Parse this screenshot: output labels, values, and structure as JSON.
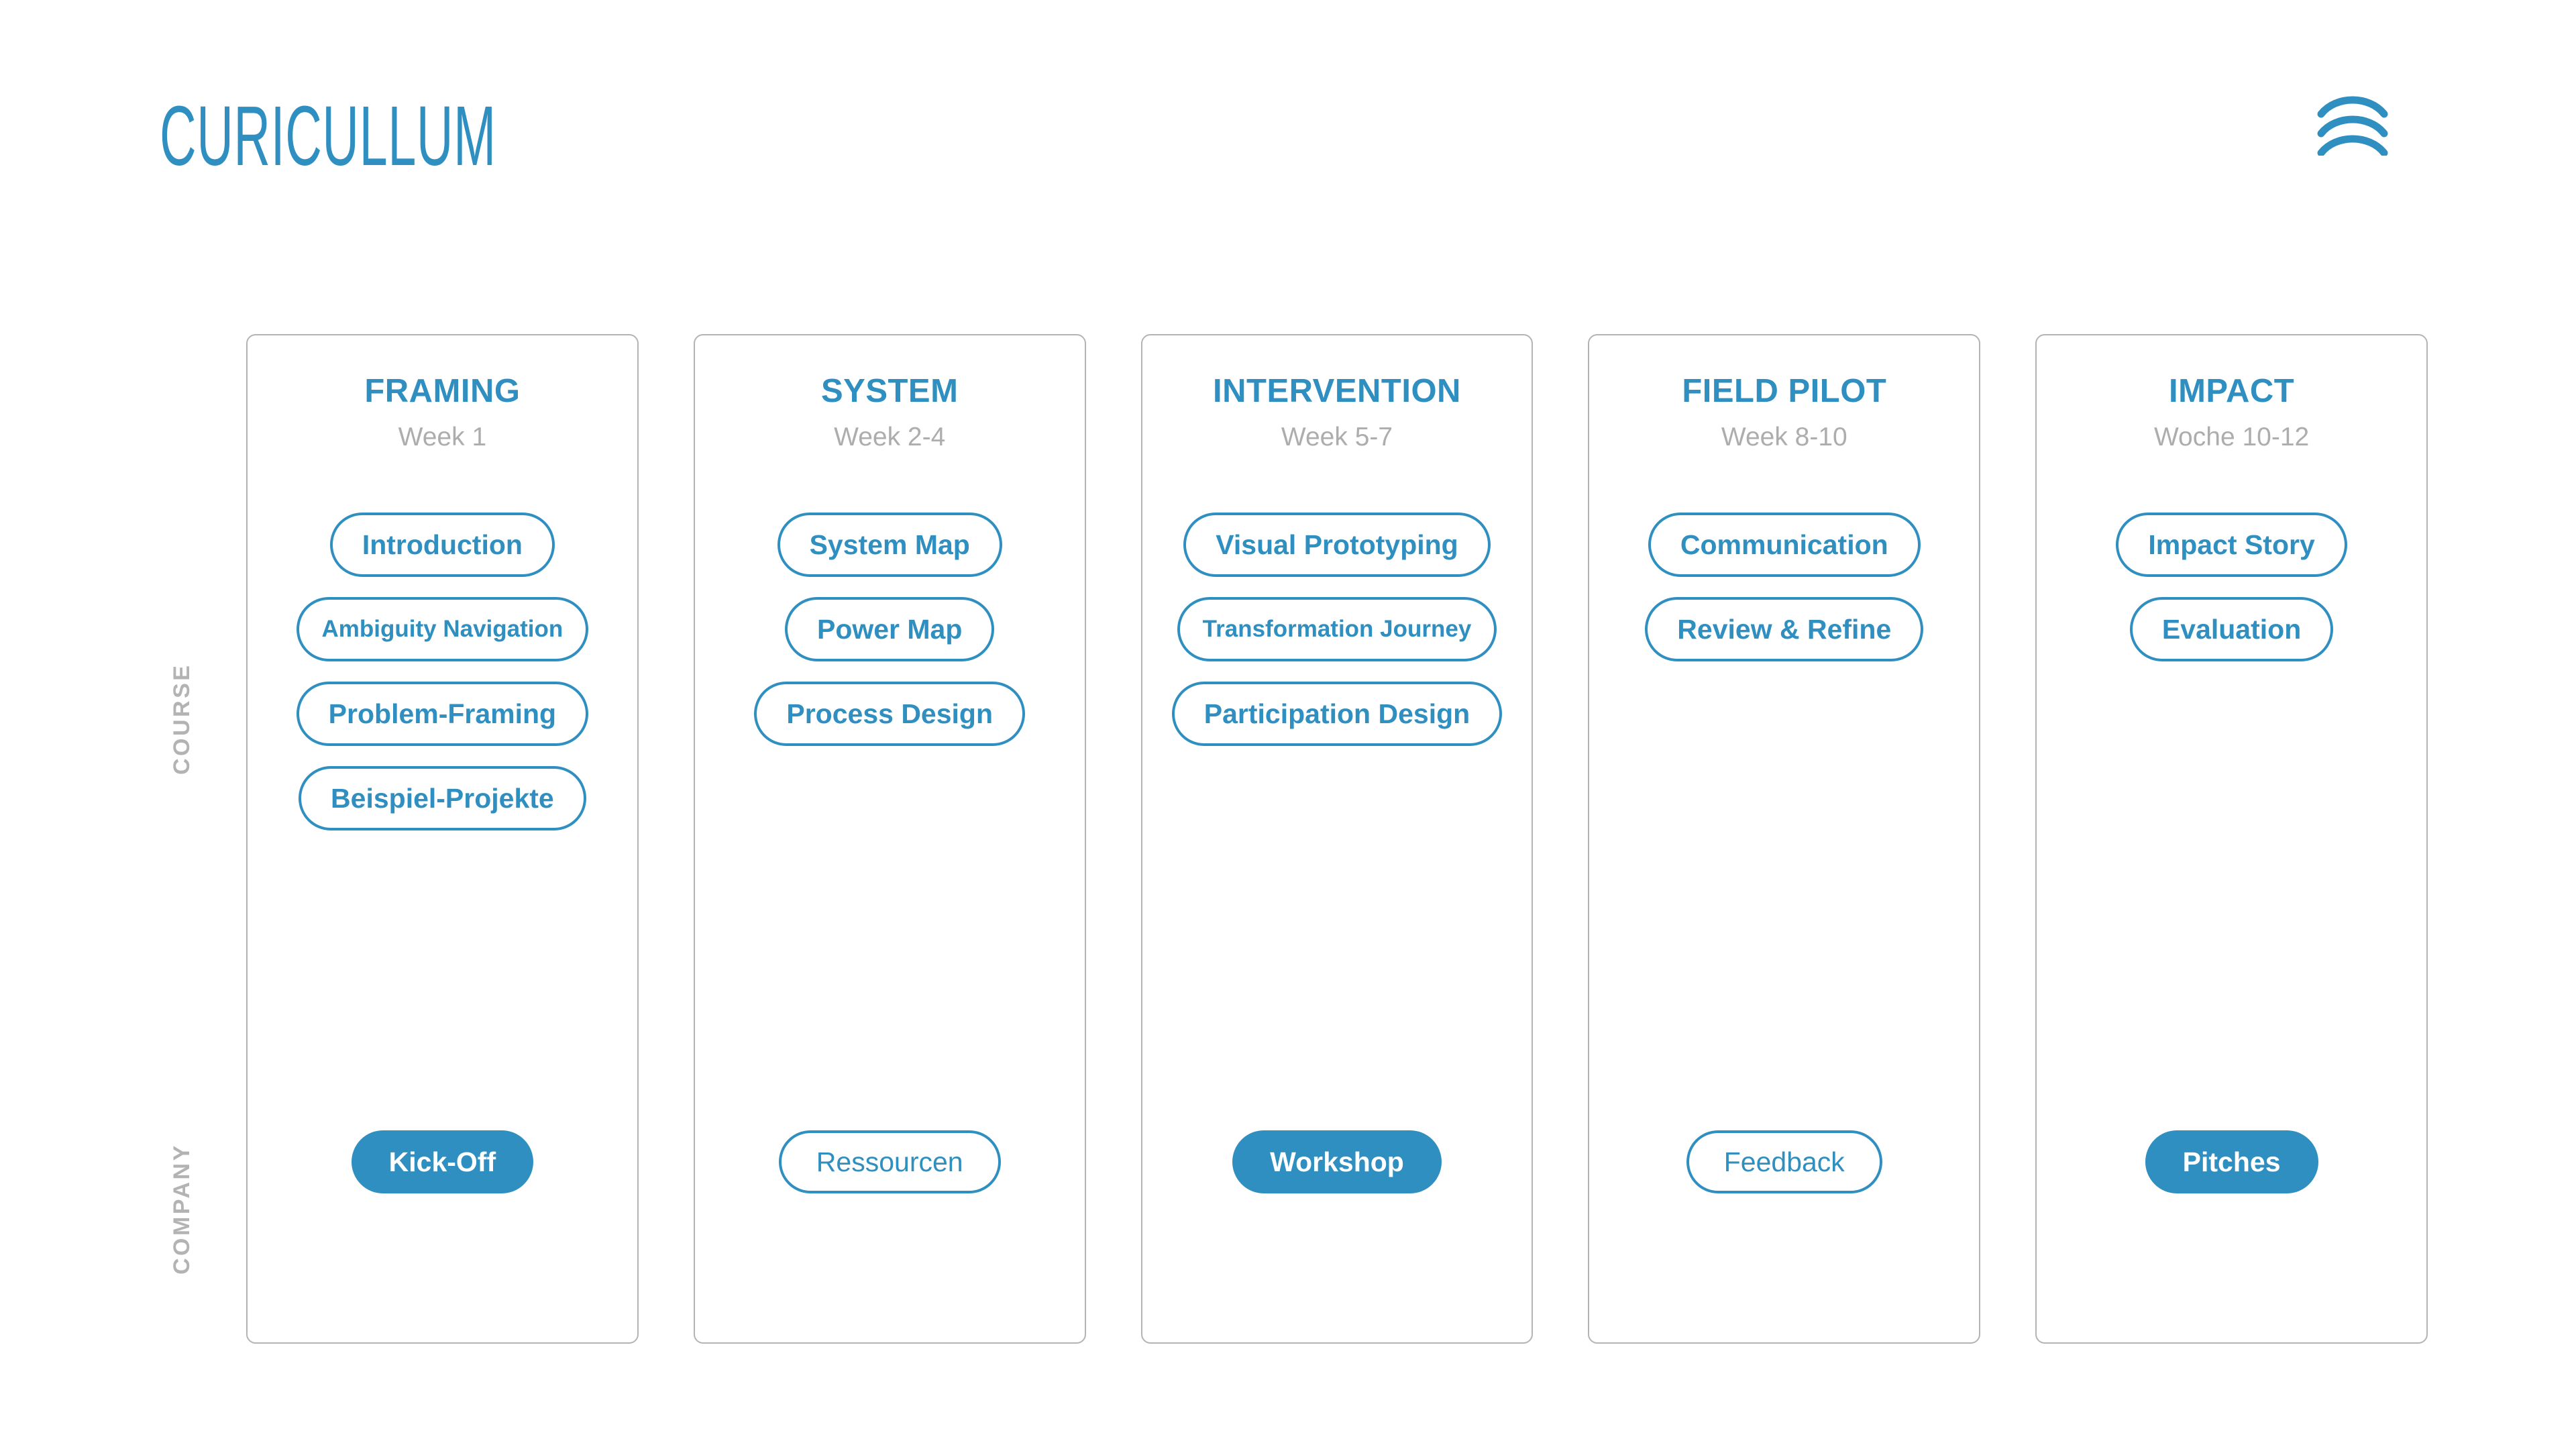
{
  "header": {
    "title": "CURICULLUM",
    "logo_icon": "stacked-arcs-logo",
    "accent_color": "#2f8fc0",
    "muted_color": "#adadad",
    "card_border_color": "#b4b4b4"
  },
  "rails": {
    "course_label": "COURSE",
    "company_label": "COMPANY"
  },
  "columns": [
    {
      "title": "FRAMING",
      "week": "Week 1",
      "course_items": [
        {
          "label": "Introduction",
          "tight": false
        },
        {
          "label": "Ambiguity Navigation",
          "tight": true
        },
        {
          "label": "Problem-Framing",
          "tight": false
        },
        {
          "label": "Beispiel-Projekte",
          "tight": false
        }
      ],
      "company_item": {
        "label": "Kick-Off",
        "style": "filled"
      }
    },
    {
      "title": "SYSTEM",
      "week": "Week 2-4",
      "course_items": [
        {
          "label": "System Map",
          "tight": false
        },
        {
          "label": "Power Map",
          "tight": false
        },
        {
          "label": "Process Design",
          "tight": false
        }
      ],
      "company_item": {
        "label": "Ressourcen",
        "style": "outline"
      }
    },
    {
      "title": "INTERVENTION",
      "week": "Week 5-7",
      "course_items": [
        {
          "label": "Visual Prototyping",
          "tight": false
        },
        {
          "label": "Transformation Journey",
          "tight": true
        },
        {
          "label": "Participation Design",
          "tight": false
        }
      ],
      "company_item": {
        "label": "Workshop",
        "style": "filled"
      }
    },
    {
      "title": "FIELD PILOT",
      "week": "Week 8-10",
      "course_items": [
        {
          "label": "Communication",
          "tight": false
        },
        {
          "label": "Review & Refine",
          "tight": false
        }
      ],
      "company_item": {
        "label": "Feedback",
        "style": "outline"
      }
    },
    {
      "title": "IMPACT",
      "week": "Woche 10-12",
      "course_items": [
        {
          "label": "Impact Story",
          "tight": false
        },
        {
          "label": "Evaluation",
          "tight": false
        }
      ],
      "company_item": {
        "label": "Pitches",
        "style": "filled"
      }
    }
  ]
}
